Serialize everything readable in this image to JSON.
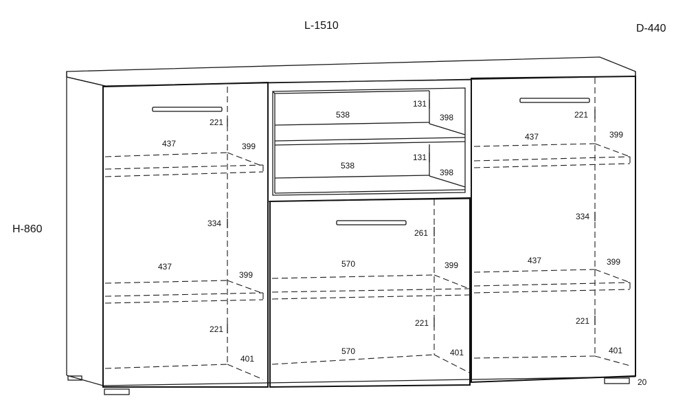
{
  "overall": {
    "length": "L-1510",
    "depth": "D-440",
    "height": "H-860",
    "foot_height": "20"
  },
  "left_compartment": {
    "top_gap": "221",
    "shelf1_width": "437",
    "shelf1_depth": "399",
    "middle_gap": "334",
    "shelf2_width": "437",
    "shelf2_depth": "399",
    "bottom_gap": "221",
    "bottom_depth": "401"
  },
  "center_open_shelves": {
    "upper_width": "538",
    "upper_height": "131",
    "upper_depth": "398",
    "lower_width": "538",
    "lower_height": "131",
    "lower_depth": "398"
  },
  "center_compartment": {
    "top_gap": "261",
    "shelf_width": "570",
    "shelf_depth": "399",
    "bottom_gap": "221",
    "bottom_width": "570",
    "bottom_depth": "401"
  },
  "right_compartment": {
    "top_gap": "221",
    "shelf1_width": "437",
    "shelf1_depth": "399",
    "middle_gap": "334",
    "shelf2_width": "437",
    "shelf2_depth": "399",
    "bottom_gap": "221",
    "bottom_depth": "401"
  }
}
